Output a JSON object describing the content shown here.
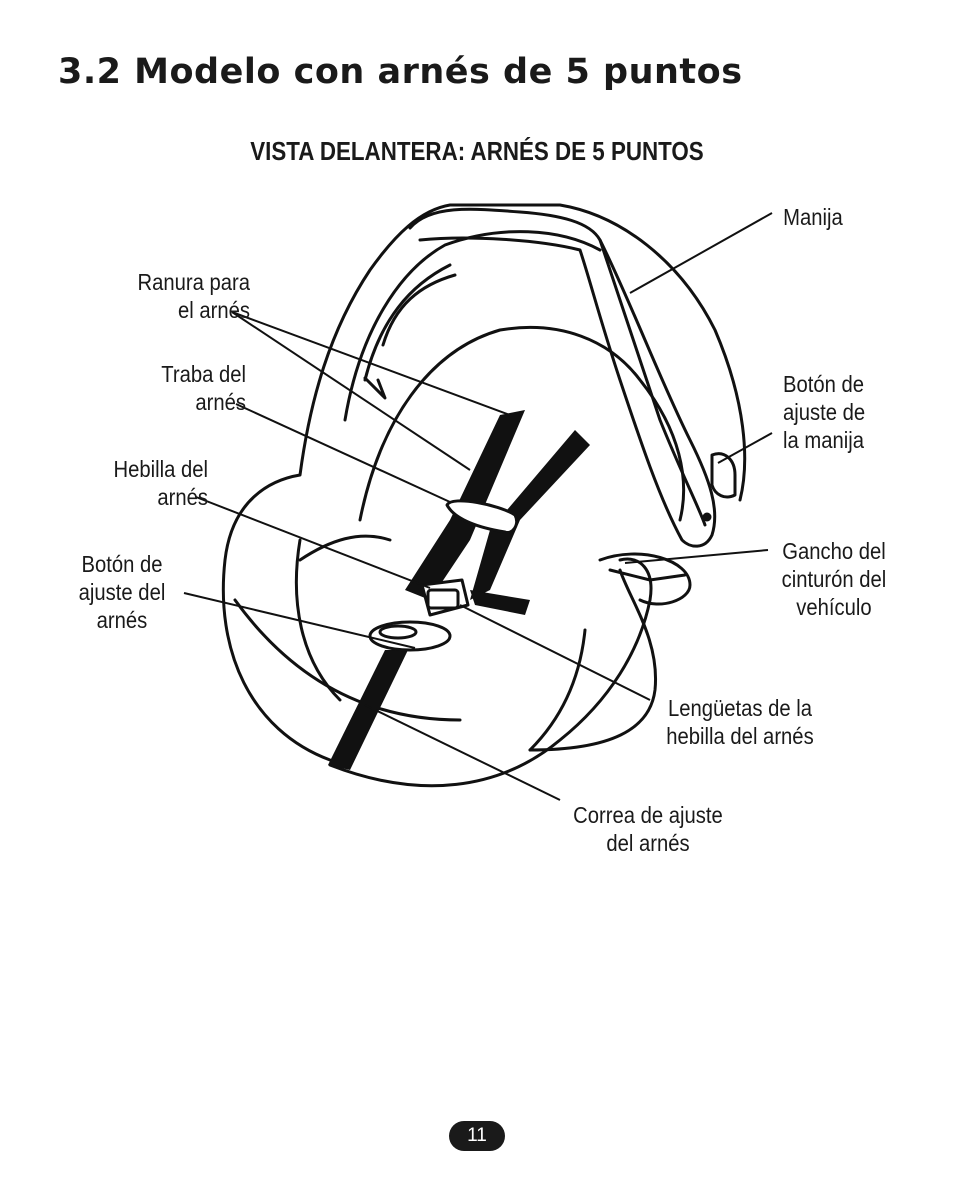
{
  "section_title": "3.2 Modelo con arnés de 5 puntos",
  "figure_title": "VISTA DELANTERA: ARNÉS DE 5 PUNTOS",
  "labels": {
    "manija": "Manija",
    "ranura": "Ranura para\nel arnés",
    "traba": "Traba del\narnés",
    "hebilla": "Hebilla del\narnés",
    "boton_arnes": "Botón de\najuste del\narnés",
    "boton_manija": "Botón de\najuste de\nla manija",
    "gancho": "Gancho del\ncinturón del\nvehículo",
    "lenguetas": "Lengüetas de la\nhebilla del arnés",
    "correa": "Correa de ajuste\ndel arnés"
  },
  "illustration": "infant-car-seat-line-drawing",
  "page_number": "11"
}
